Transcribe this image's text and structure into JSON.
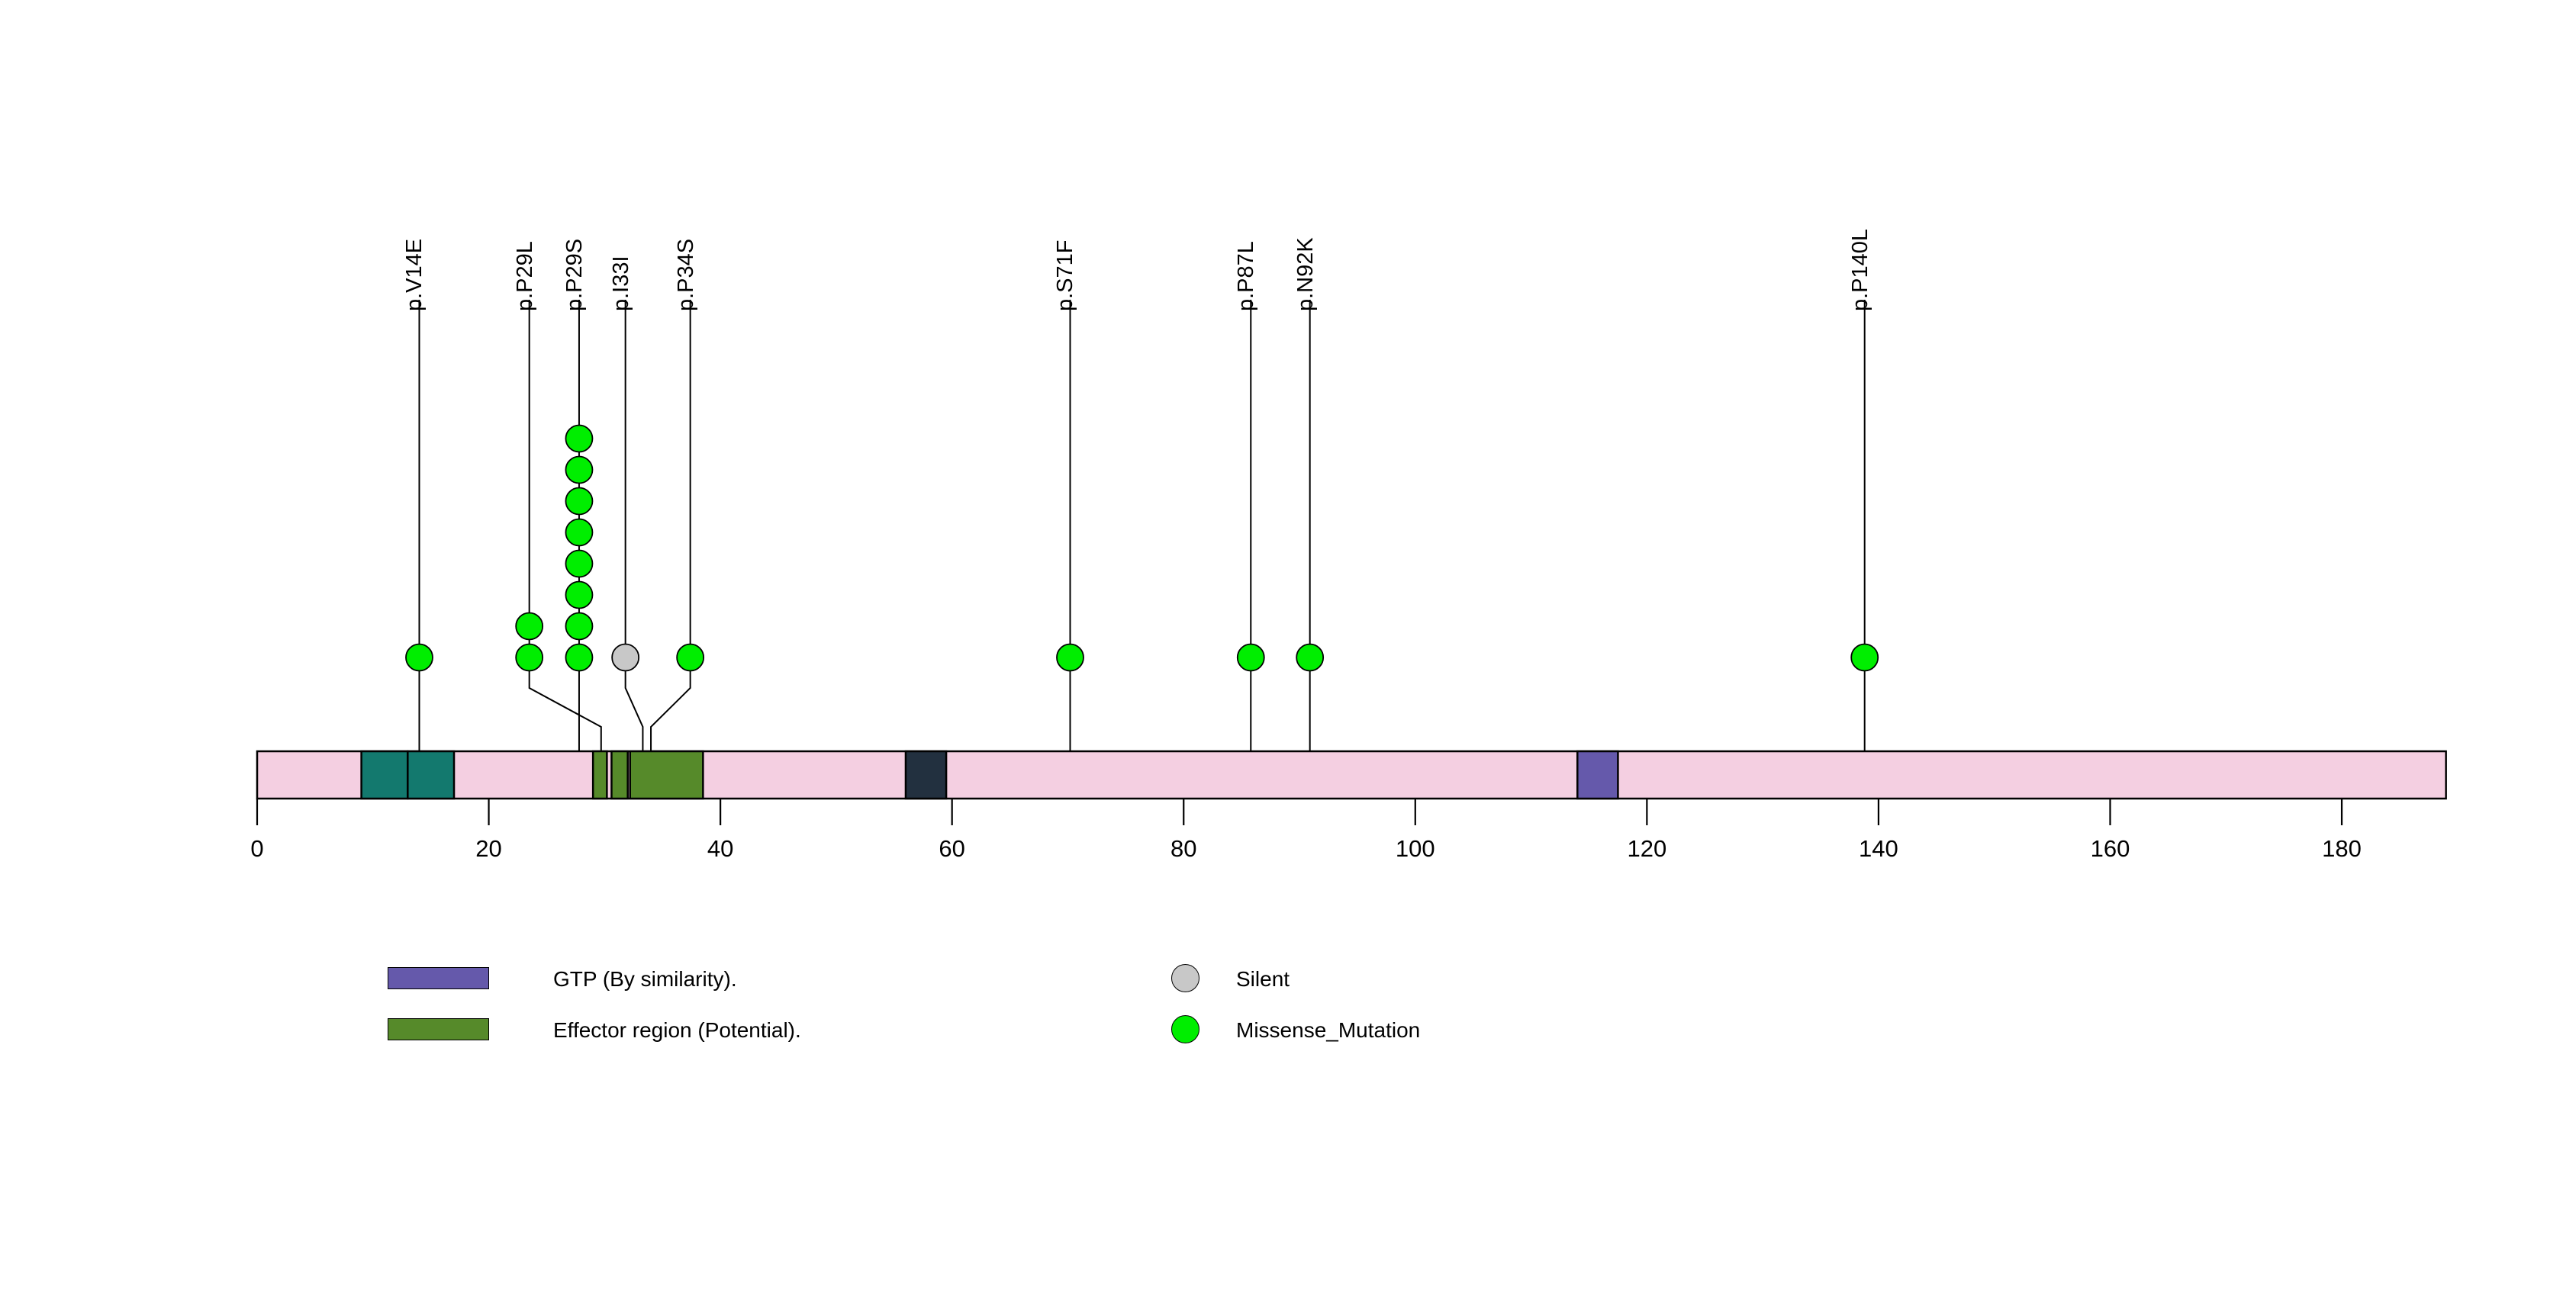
{
  "chart_data": {
    "type": "lollipop",
    "title": "",
    "xlabel": "",
    "ylabel": "",
    "xlim": [
      0,
      189
    ],
    "axis_ticks": [
      0,
      20,
      40,
      60,
      80,
      100,
      120,
      140,
      160,
      180
    ],
    "protein_length": 189,
    "backbone_color": "#f4cfe1",
    "backbone_stroke": "#000000",
    "domains": [
      {
        "name": "",
        "start": 9,
        "end": 13,
        "color": "#13796e"
      },
      {
        "name": "",
        "start": 13,
        "end": 17,
        "color": "#13796e"
      },
      {
        "name": "Effector region (Potential).",
        "start": 29,
        "end": 30.2,
        "color": "#568a2a"
      },
      {
        "name": "Effector region (Potential).",
        "start": 30.6,
        "end": 32.0,
        "color": "#568a2a"
      },
      {
        "name": "Effector region (Potential).",
        "start": 32.2,
        "end": 38.5,
        "color": "#568a2a"
      },
      {
        "name": "",
        "start": 56,
        "end": 59.5,
        "color": "#22303f"
      },
      {
        "name": "GTP (By similarity).",
        "start": 114,
        "end": 117.5,
        "color": "#6559ab"
      }
    ],
    "mutations": [
      {
        "label": "p.V14E",
        "position": 14,
        "stem_x": 14,
        "count": 1,
        "type": "Missense_Mutation",
        "color": "#00ee00"
      },
      {
        "label": "p.P29L",
        "position": 23.5,
        "stem_x": 29.7,
        "count": 2,
        "type": "Missense_Mutation",
        "color": "#00ee00"
      },
      {
        "label": "p.P29S",
        "position": 27.8,
        "stem_x": 27.8,
        "count": 8,
        "type": "Missense_Mutation",
        "color": "#00ee00"
      },
      {
        "label": "p.I33I",
        "position": 31.8,
        "stem_x": 33.3,
        "count": 1,
        "type": "Silent",
        "color": "#c8c8c8"
      },
      {
        "label": "p.P34S",
        "position": 37.4,
        "stem_x": 34.0,
        "count": 1,
        "type": "Missense_Mutation",
        "color": "#00ee00"
      },
      {
        "label": "p.S71F",
        "position": 70.2,
        "stem_x": 70.2,
        "count": 1,
        "type": "Missense_Mutation",
        "color": "#00ee00"
      },
      {
        "label": "p.P87L",
        "position": 85.8,
        "stem_x": 85.8,
        "count": 1,
        "type": "Missense_Mutation",
        "color": "#00ee00"
      },
      {
        "label": "p.N92K",
        "position": 90.9,
        "stem_x": 90.9,
        "count": 1,
        "type": "Missense_Mutation",
        "color": "#00ee00"
      },
      {
        "label": "p.P140L",
        "position": 138.8,
        "stem_x": 138.8,
        "count": 1,
        "type": "Missense_Mutation",
        "color": "#00ee00"
      }
    ],
    "legend": {
      "domain_entries": [
        {
          "label": "GTP (By similarity).",
          "color": "#6559ab"
        },
        {
          "label": "Effector region (Potential).",
          "color": "#568a2a"
        }
      ],
      "mutation_entries": [
        {
          "label": "Silent",
          "color": "#c8c8c8"
        },
        {
          "label": "Missense_Mutation",
          "color": "#00ee00"
        }
      ]
    }
  }
}
